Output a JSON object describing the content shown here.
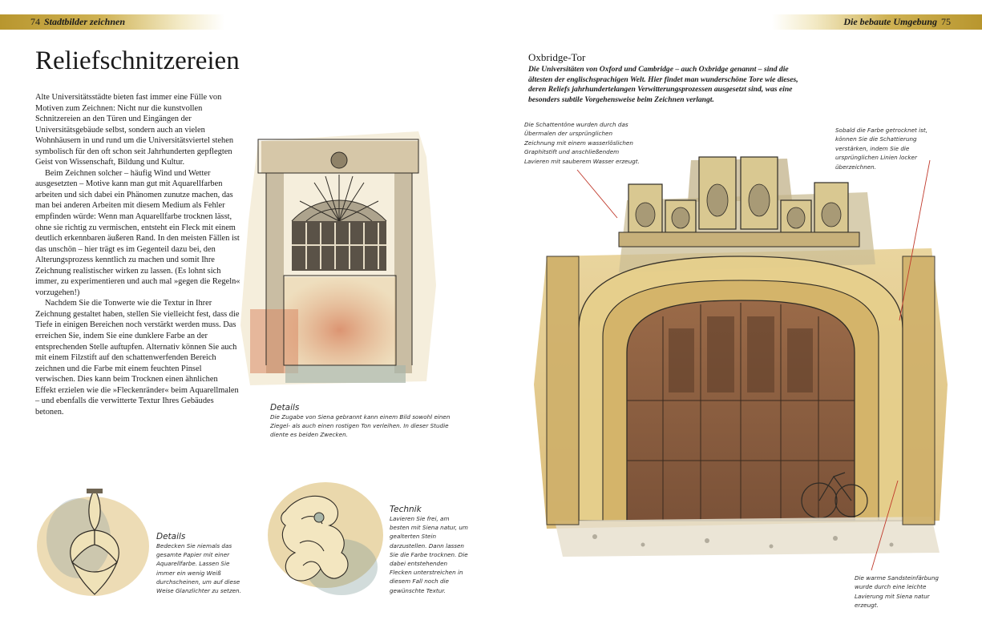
{
  "header_left": {
    "page_number": "74",
    "section": "Stadtbilder zeichnen"
  },
  "header_right": {
    "section": "Die bebaute Umgebung",
    "page_number": "75"
  },
  "left_page": {
    "title": "Reliefschnitzereien",
    "paragraphs": [
      "Alte Universitätsstädte bieten fast immer eine Fülle von Motiven zum Zeichnen: Nicht nur die kunstvollen Schnitzereien an den Türen und Eingängen der Universitätsgebäude selbst, sondern auch an vielen Wohnhäusern in und rund um die Universitätsviertel stehen symbolisch für den oft schon seit Jahrhunderten gepflegten Geist von Wissenschaft, Bildung und Kultur.",
      "Beim Zeichnen solcher – häufig Wind und Wetter ausgesetzten – Motive kann man gut mit Aquarellfarben arbeiten und sich dabei ein Phänomen zunutze machen, das man bei anderen Arbeiten mit diesem Medium als Fehler empfinden würde: Wenn man Aquarellfarbe trocknen lässt, ohne sie richtig zu vermischen, entsteht ein Fleck mit einem deutlich erkennbaren äußeren Rand. In den meisten Fällen ist das unschön – hier trägt es im Gegenteil dazu bei, den Alterungsprozess kenntlich zu machen und somit Ihre Zeichnung realistischer wirken zu lassen. (Es lohnt sich immer, zu experimentieren und auch mal »gegen die Regeln« vorzugehen!)",
      "Nachdem Sie die Tonwerte wie die Textur in Ihrer Zeichnung gestaltet haben, stellen Sie vielleicht fest, dass die Tiefe in einigen Bereichen noch verstärkt werden muss. Das erreichen Sie, indem Sie eine dunklere Farbe an der entsprechenden Stelle auftupfen. Alternativ können Sie auch mit einem Filzstift auf den schattenwerfenden Bereich zeichnen und die Farbe mit einem feuchten Pinsel verwischen. Dies kann beim Trocknen einen ähnlichen Effekt erzielen wie die »Fleckenränder« beim Aquarellmalen – und ebenfalls die verwitterte Textur Ihres Gebäudes betonen."
    ],
    "caption_details_1": {
      "heading": "Details",
      "text": "Die Zugabe von Siena gebrannt kann einem Bild sowohl einen Ziegel- als auch einen rostigen Ton verleihen. In dieser Studie diente es beiden Zwecken."
    },
    "caption_details_2": {
      "heading": "Details",
      "text": "Bedecken Sie niemals das gesamte Papier mit einer Aquarellfarbe. Lassen Sie immer ein wenig Weiß durchscheinen, um auf diese Weise Glanzlichter zu setzen."
    },
    "caption_technik": {
      "heading": "Technik",
      "text": "Lavieren Sie frei, am besten mit Siena natur, um gealterten Stein darzustellen. Dann lassen Sie die Farbe trocknen. Die dabei entstehenden Flecken unterstreichen in diesem Fall noch die gewünschte Textur."
    }
  },
  "right_page": {
    "subtitle": "Oxbridge-Tor",
    "intro": "Die Universitäten von Oxford und Cambridge – auch Oxbridge genannt – sind die ältesten der englischsprachigen Welt. Hier findet man wunderschöne Tore wie dieses, deren Reliefs jahrhundertelangen Verwitterungsprozessen ausgesetzt sind, was eine besonders subtile Vorgehensweise beim Zeichnen verlangt.",
    "note_top_left": "Die Schattentöne wurden durch das Übermalen der ursprünglichen Zeichnung mit einem wasserlöslichen Graphitstift und anschließendem Lavieren mit sauberem Wasser erzeugt.",
    "note_top_right": "Sobald die Farbe getrocknet ist, können Sie die Schattierung verstärken, indem Sie die ursprünglichen Linien locker überzeichnen.",
    "note_bottom_right": "Die warme Sandsteinfärbung wurde durch eine leichte Lavierung mit Siena natur erzeugt."
  },
  "colors": {
    "header_gold": "#b8962e",
    "ochre": "#d6b25a",
    "brick": "#c46a45",
    "wood": "#8a5a3a",
    "ink": "#2a2a2a",
    "leader_red": "#c0392b"
  }
}
